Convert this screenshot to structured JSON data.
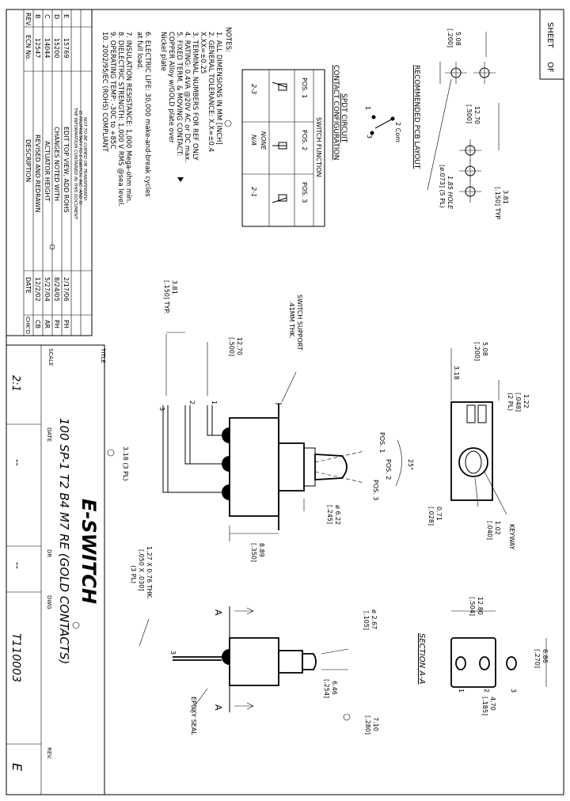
{
  "sheet_label": "SHEET",
  "of_label": "OF",
  "pcb": {
    "title": "RECOMMENDED PCB LAYOUT",
    "dim_508": "5.08",
    "dim_508_in": "[.200]",
    "dim_1270": "12.70",
    "dim_1270_in": "[.500]",
    "dim_381": "3.81",
    "dim_381_in": "[.150] TYP",
    "hole_1": "1.85 HOLE",
    "hole_2": "[ø.073] (5 PL)"
  },
  "spdt": {
    "title_1": "SPDT CIRCUIT",
    "title_2": "CONTACT CONFIGURATION",
    "com": "2 Com",
    "n1": "1",
    "n3": "3",
    "table_title": "SWITCH FUNCTION",
    "headers": [
      "POS. 1",
      "POS. 2",
      "POS. 3"
    ],
    "values": [
      "2-3",
      "NONE",
      "2-1"
    ],
    "na": "N/A"
  },
  "notes": [
    "NOTES:",
    "1.  ALL DIMENSIONS IN MM [INCH]",
    "2.  GENERAL TOLERANCE: X.X=±0.4",
    "                               X.XX=±0.25",
    "3.  TERMINAL NUMBERS FOR REF ONLY",
    "4.  RATING: 0.4VA @20V AC or DC max.",
    "5.  FIXED TERM. & MOVING CONTACT:",
    "          COPPER Alloy w/GOLD plate over",
    "          Nickel plate",
    "6.  ELECTRIC LIFE: 30,000 make-and-break cycles",
    "          at full load.",
    "7.  INSULATION RESISTANCE: 1,000 Mega-ohm min.",
    "8.  DIELECTRIC STRENGTH: 1,000 V RMS @sea level.",
    "9.  OPERATING TEMP: -30C to +85C",
    "10. 2002/95/EC (ROHS) COMPLIANT"
  ],
  "rev_table": {
    "headers": [
      "REV.",
      "ECN No.",
      "DESCRIPTION",
      "DATE",
      "CHK'D"
    ],
    "rows": [
      [
        "E",
        "15769",
        "EDIT TOP VIEW, ADD ROHS",
        "2/17/06",
        "PH"
      ],
      [
        "D",
        "15200",
        "CHANGES NOTED WITH",
        "8/24/05",
        "PH"
      ],
      [
        "C",
        "14044",
        "ACTUATOR HEIGHT",
        "5/27/04",
        "AR"
      ],
      [
        "B",
        "12547",
        "REVISED AND REDRAWN",
        "12/2/02",
        "CB"
      ]
    ],
    "proprietary": [
      "THE INFORMATION CONTAINED IN THIS DOCUMENT",
      "IS PROPRIETARY TO E-SWITCH, INC. AND IS",
      "NOT TO BE COPIED OR TRANSFERRED."
    ]
  },
  "title_block": {
    "scale_label": "SCALE",
    "scale_value": "2:1",
    "title_label": "TITLE",
    "title_value": "100 SP-1 T2 B4 M7 RE (GOLD CONTACTS)",
    "date_label": "DATE",
    "date_value": "--",
    "dr_label": "DR",
    "dr_value": "--",
    "dwg_label": "DWG",
    "dwg_value": "T110003",
    "rev_label": "REV.",
    "rev_value": "E",
    "logo": "E-SWITCH"
  },
  "front_view": {
    "support_1": "SWITCH SUPPORT",
    "support_2": ".41MM THK.",
    "d_508": "5.08",
    "d_508_in": "[.200]",
    "d_1270": "12.70",
    "d_1270_in": "[.500]",
    "d_381": "3.81",
    "d_381_in": "[.150] TYP.",
    "t1": "1",
    "t2": "2",
    "t3": "3",
    "d_318": "3.18 (3 PL)",
    "pos1": "POS. 1",
    "pos2": "POS. 2",
    "pos3": "POS. 3",
    "angle": "25°",
    "d_622": "ø 6.22",
    "d_622_in": "[.245]",
    "d_889": "8.89",
    "d_889_in": "[.350]"
  },
  "top_view": {
    "d_318": "3.18",
    "d_122": "1.22",
    "d_122_in": "[.048]",
    "d_122_pl": "(2 PL)",
    "keyway": "KEYWAY",
    "d_071": "0.71",
    "d_071_in": "[.028]",
    "d_102": "1.02",
    "d_102_in": "[.040]"
  },
  "side_view": {
    "term": "1.27 X 0.76 THK.",
    "term_in": "[.050 X .030]",
    "term_pl": "(3 PL)",
    "d_267": "ø 2.67",
    "d_267_in": "[.105]",
    "d_646": "6.46",
    "d_646_in": "[.254]",
    "d_710": "7.10",
    "d_710_in": "[.280]",
    "epoxy": "EPOXY SEAL",
    "a_top": "A",
    "a_bot": "A",
    "t3": "3"
  },
  "section_aa": {
    "title": "SECTION A-A",
    "d_1280": "12.80",
    "d_1280_in": "[.504]",
    "d_686": "6.86",
    "d_686_in": "[.270]",
    "d_470": "4.70",
    "d_470_in": "[.185]",
    "n1": "1",
    "n2": "2",
    "n3": "3"
  }
}
